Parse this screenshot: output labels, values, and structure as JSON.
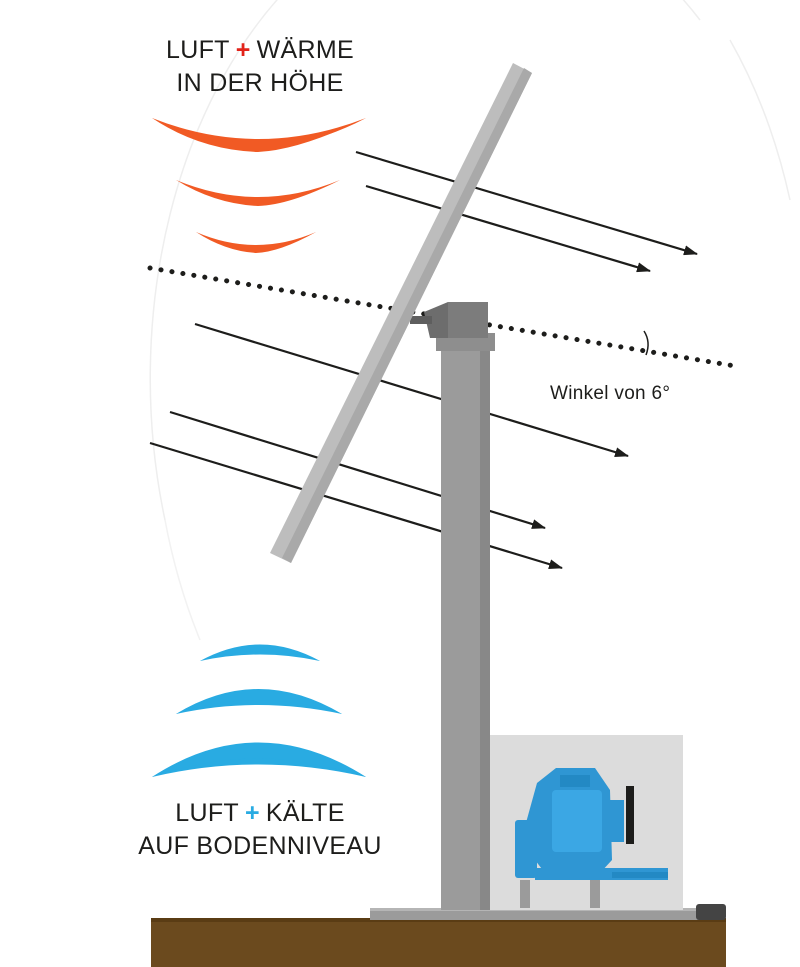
{
  "heat_label": {
    "word_air": "LUFT",
    "plus": "+",
    "word_heat": "WÄRME",
    "line2": "IN DER HÖHE"
  },
  "cold_label": {
    "word_air": "LUFT",
    "plus": "+",
    "word_cold": "KÄLTE",
    "line2": "AUF BODENNIVEAU"
  },
  "angle_label": "Winkel von 6°",
  "icons": {
    "warm_waves": "heat-wave-icon",
    "cold_waves": "cold-wave-icon",
    "fan_blade": "fan-blade-icon",
    "engine": "engine-icon",
    "airflow": "arrow-right-icon"
  },
  "colors": {
    "warm": "#f15a24",
    "cold": "#29abe2",
    "plus_warm": "#e2231a",
    "plus_cold": "#29abe2",
    "mast": "#9b9b9b",
    "ground": "#6b4a1e"
  }
}
